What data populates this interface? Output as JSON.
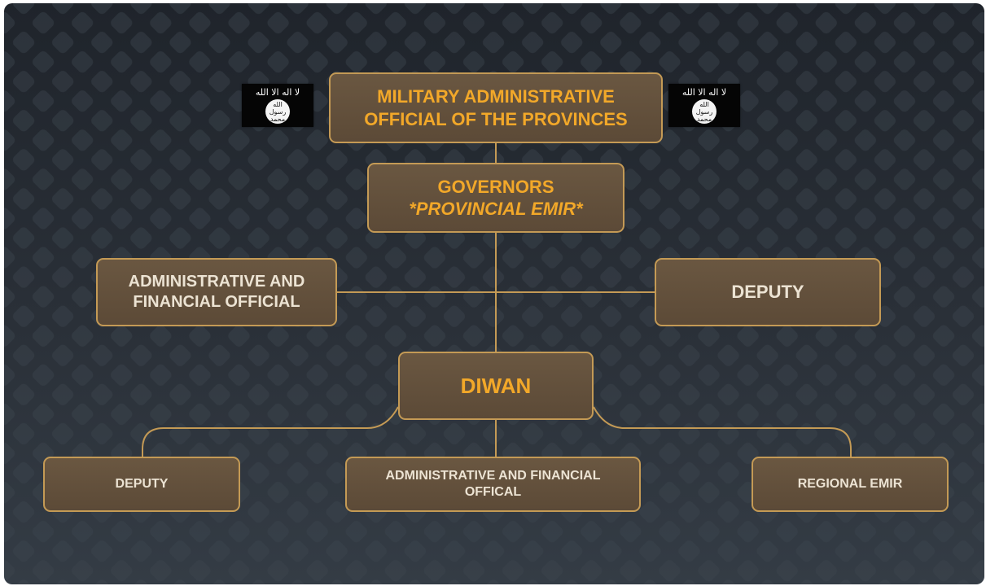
{
  "diagram": {
    "top_box": {
      "line1": "MILITARY ADMINISTRATIVE",
      "line2": "OFFICIAL OF THE PROVINCES"
    },
    "governors_box": {
      "line1": "GOVERNORS",
      "line2": "*PROVINCIAL EMIR*"
    },
    "left_admin_box": {
      "line1": "ADMINISTRATIVE AND",
      "line2": "FINANCIAL OFFICIAL"
    },
    "right_deputy_box": {
      "label": "DEPUTY"
    },
    "diwan_box": {
      "label": "DIWAN"
    },
    "bottom_deputy_box": {
      "label": "DEPUTY"
    },
    "bottom_admin_box": {
      "line1": "ADMINISTRATIVE AND FINANCIAL",
      "line2": "OFFICAL"
    },
    "regional_emir_box": {
      "label": "REGIONAL EMIR"
    }
  },
  "flags": {
    "left": {
      "top_text": "لا اله الا الله",
      "seal_line1": "الله",
      "seal_line2": "رسول",
      "seal_line3": "محمد"
    },
    "right": {
      "top_text": "لا اله الا الله",
      "seal_line1": "الله",
      "seal_line2": "رسول",
      "seal_line3": "محمد"
    }
  },
  "colors": {
    "background": "#262c33",
    "box_fill": "#5f4d3a",
    "box_border": "#c49a55",
    "title_text": "#f2a829",
    "body_text": "#ece3d3",
    "connector": "#c49a55"
  }
}
